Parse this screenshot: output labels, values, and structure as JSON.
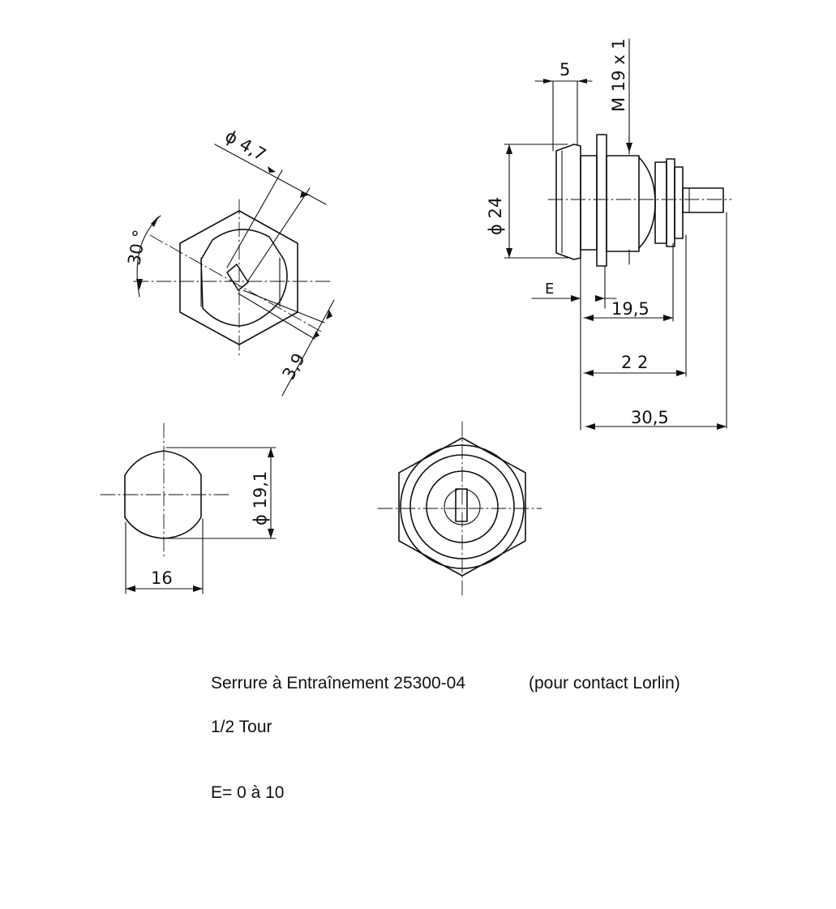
{
  "drawing": {
    "dimensions": {
      "top_view_diameter": "ϕ 4,7",
      "top_view_angle": "30 °",
      "top_view_width": "3,9",
      "side_flange_width": "5",
      "side_thread": "M 19 x 1",
      "side_diameter": "ϕ 24",
      "side_e_label": "E",
      "side_length_1": "19,5",
      "side_length_2": "2 2",
      "side_length_3": "30,5",
      "cutout_diameter": "ϕ 19,1",
      "cutout_width": "16"
    }
  },
  "caption": {
    "title": "Serrure à Entraînement 25300-04",
    "note": "(pour contact Lorlin)",
    "turn": "1/2 Tour",
    "e_range": "E= 0 à 10"
  }
}
